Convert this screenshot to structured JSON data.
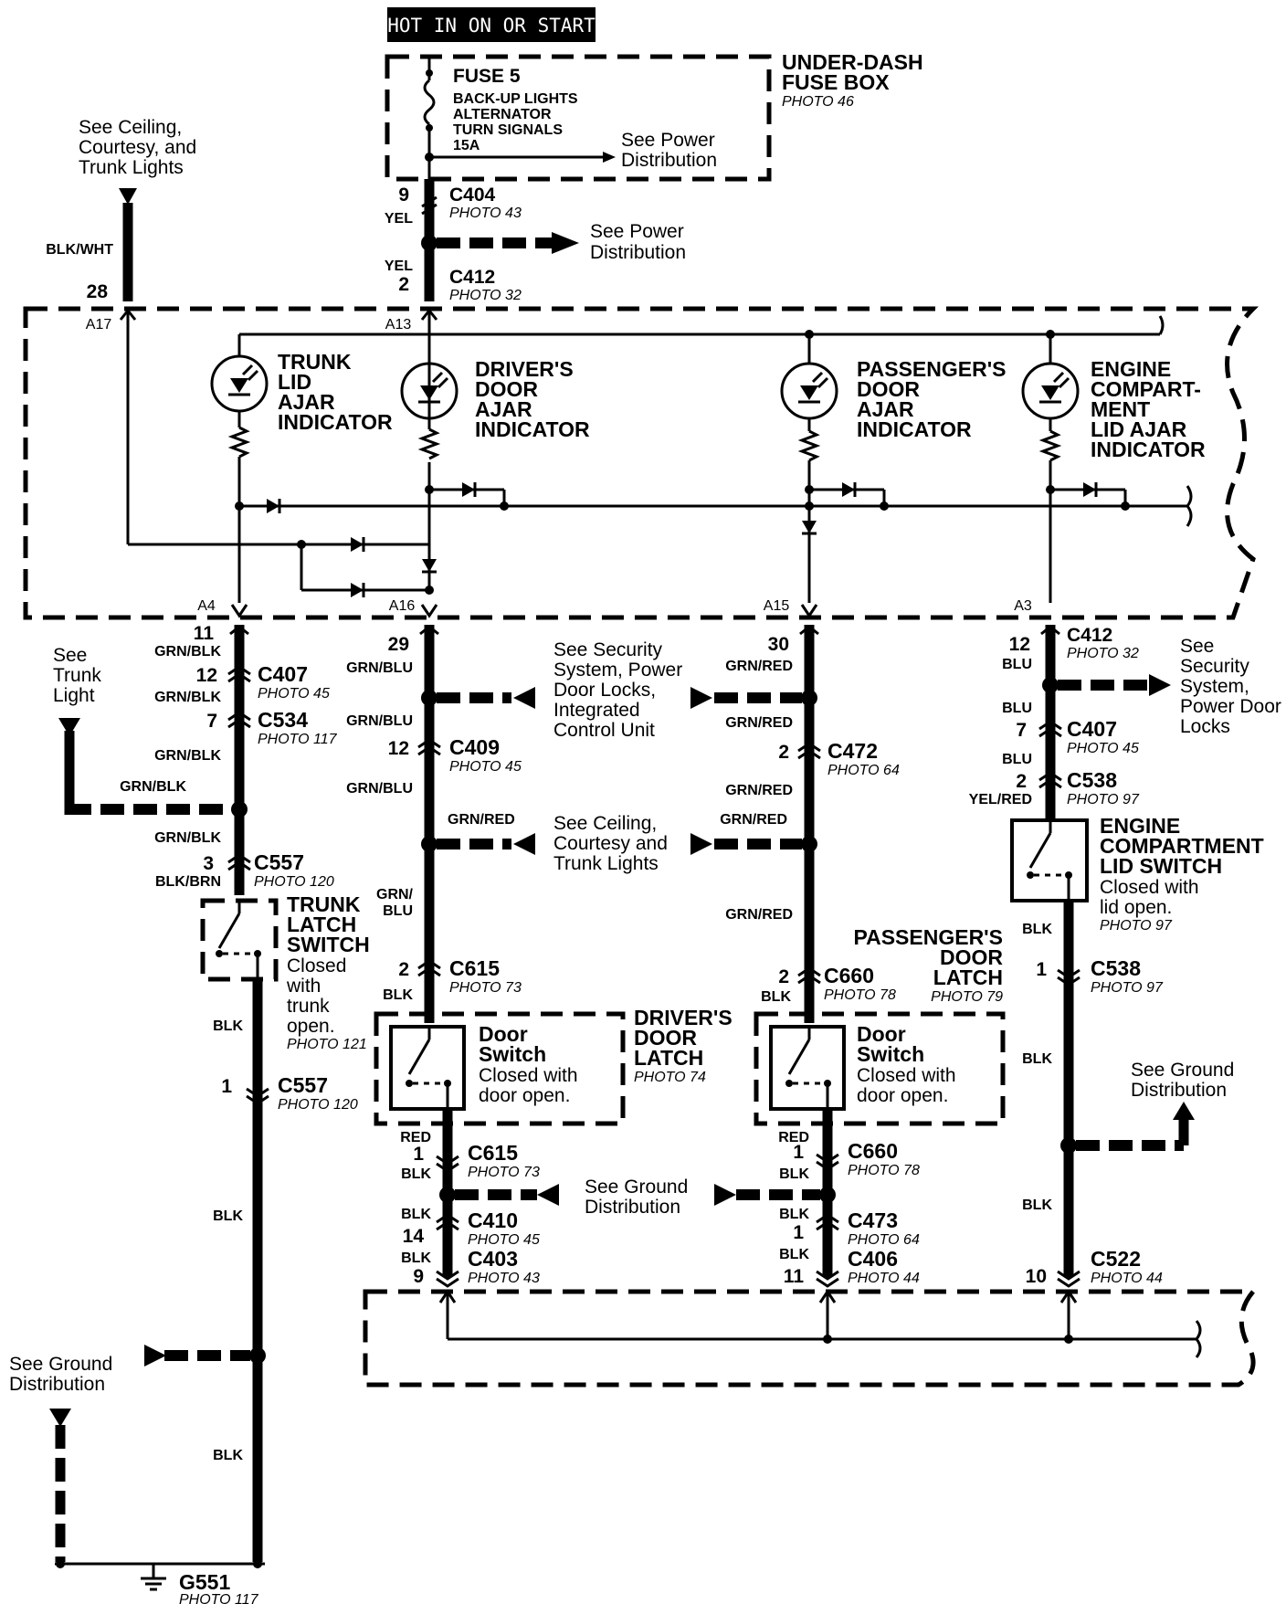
{
  "header": {
    "banner": "HOT IN ON OR START"
  },
  "fuse_box": {
    "title_line1": "UNDER-DASH",
    "title_line2": "FUSE BOX",
    "photo": "PHOTO 46",
    "fuse_name": "FUSE 5",
    "fuse_circuit1": "BACK-UP LIGHTS",
    "fuse_circuit2": "ALTERNATOR",
    "fuse_circuit3": "TURN SIGNALS",
    "fuse_rating": "15A",
    "ref_line1": "See Power",
    "ref_line2": "Distribution"
  },
  "refs": {
    "ceiling_line1": "See Ceiling,",
    "ceiling_line2": "Courtesy, and",
    "ceiling_line3": "Trunk Lights",
    "power_line1": "See Power",
    "power_line2": "Distribution",
    "trunk_light_line1": "See",
    "trunk_light_line2": "Trunk",
    "trunk_light_line3": "Light",
    "security_line1": "See Security",
    "security_line2": "System, Power",
    "security_line3": "Door Locks,",
    "security_line4": "Integrated",
    "security_line5": "Control Unit",
    "ceiling2_line1": "See Ceiling,",
    "ceiling2_line2": "Courtesy and",
    "ceiling2_line3": "Trunk Lights",
    "security_right_line1": "See",
    "security_right_line2": "Security",
    "security_right_line3": "System,",
    "security_right_line4": "Power Door",
    "security_right_line5": "Locks",
    "ground_mid_line1": "See Ground",
    "ground_mid_line2": "Distribution",
    "ground_right_line1": "See Ground",
    "ground_right_line2": "Distribution",
    "ground_left_line1": "See Ground",
    "ground_left_line2": "Distribution"
  },
  "indicators": {
    "trunk": [
      "TRUNK",
      "LID",
      "AJAR",
      "INDICATOR"
    ],
    "driver": [
      "DRIVER'S",
      "DOOR",
      "AJAR",
      "INDICATOR"
    ],
    "passenger": [
      "PASSENGER'S",
      "DOOR",
      "AJAR",
      "INDICATOR"
    ],
    "engine": [
      "ENGINE",
      "COMPART-",
      "MENT",
      "LID AJAR",
      "INDICATOR"
    ]
  },
  "cluster_pins": {
    "a17": "A17",
    "a13": "A13",
    "a4": "A4",
    "a16": "A16",
    "a15": "A15",
    "a3": "A3"
  },
  "connectors": {
    "c404": {
      "name": "C404",
      "photo": "PHOTO 43",
      "pin": "9"
    },
    "c412_top": {
      "name": "C412",
      "photo": "PHOTO 32",
      "pin": "2"
    },
    "c412_right": {
      "name": "C412",
      "photo": "PHOTO 32",
      "pin": "12"
    },
    "c407_left": {
      "name": "C407",
      "photo": "PHOTO 45",
      "pin": "12"
    },
    "c534": {
      "name": "C534",
      "photo": "PHOTO 117",
      "pin": "7"
    },
    "c557_top": {
      "name": "C557",
      "photo": "PHOTO 120",
      "pin": "3"
    },
    "c557_bot": {
      "name": "C557",
      "photo": "PHOTO 120",
      "pin": "1"
    },
    "c409": {
      "name": "C409",
      "photo": "PHOTO 45",
      "pin": "12"
    },
    "c615_top": {
      "name": "C615",
      "photo": "PHOTO 73",
      "pin": "2"
    },
    "c615_bot": {
      "name": "C615",
      "photo": "PHOTO 73",
      "pin": "1"
    },
    "c410": {
      "name": "C410",
      "photo": "PHOTO 45",
      "pin": "14"
    },
    "c403": {
      "name": "C403",
      "photo": "PHOTO 43",
      "pin": "9"
    },
    "c472": {
      "name": "C472",
      "photo": "PHOTO 64",
      "pin": "2"
    },
    "c660_top": {
      "name": "C660",
      "photo": "PHOTO 78",
      "pin": "2"
    },
    "c660_bot": {
      "name": "C660",
      "photo": "PHOTO 78",
      "pin": "1"
    },
    "c473": {
      "name": "C473",
      "photo": "PHOTO 64",
      "pin": "1"
    },
    "c406": {
      "name": "C406",
      "photo": "PHOTO 44",
      "pin": "11"
    },
    "c407_right": {
      "name": "C407",
      "photo": "PHOTO 45",
      "pin": "7"
    },
    "c538_top": {
      "name": "C538",
      "photo": "PHOTO 97",
      "pin": "2"
    },
    "c538_bot": {
      "name": "C538",
      "photo": "PHOTO 97",
      "pin": "1"
    },
    "c522": {
      "name": "C522",
      "photo": "PHOTO 44",
      "pin": "10"
    },
    "g551": {
      "name": "G551",
      "photo": "PHOTO 117"
    }
  },
  "pins": {
    "p28": "28",
    "p11": "11",
    "p29": "29",
    "p30": "30"
  },
  "wires": {
    "yel": "YEL",
    "blk_wht": "BLK/WHT",
    "grn_blk": "GRN/BLK",
    "blk_brn": "BLK/BRN",
    "grn_blu": "GRN/BLU",
    "grn_slash": "GRN/",
    "blu": "BLU",
    "grn_red": "GRN/RED",
    "yel_red": "YEL/RED",
    "blk": "BLK",
    "red": "RED"
  },
  "switches": {
    "trunk_latch": [
      "TRUNK",
      "LATCH",
      "SWITCH"
    ],
    "trunk_latch_note": [
      "Closed",
      "with",
      "trunk",
      "open."
    ],
    "trunk_latch_photo": "PHOTO 121",
    "driver_latch": [
      "DRIVER'S",
      "DOOR",
      "LATCH"
    ],
    "driver_latch_photo": "PHOTO 74",
    "passenger_latch": [
      "PASSENGER'S",
      "DOOR",
      "LATCH"
    ],
    "passenger_latch_photo": "PHOTO 79",
    "door_switch": [
      "Door",
      "Switch"
    ],
    "door_switch_note": [
      "Closed with",
      "door open."
    ],
    "engine_switch": [
      "ENGINE",
      "COMPARTMENT",
      "LID SWITCH"
    ],
    "engine_switch_note": [
      "Closed with",
      "lid open."
    ],
    "engine_switch_photo": "PHOTO 97"
  }
}
